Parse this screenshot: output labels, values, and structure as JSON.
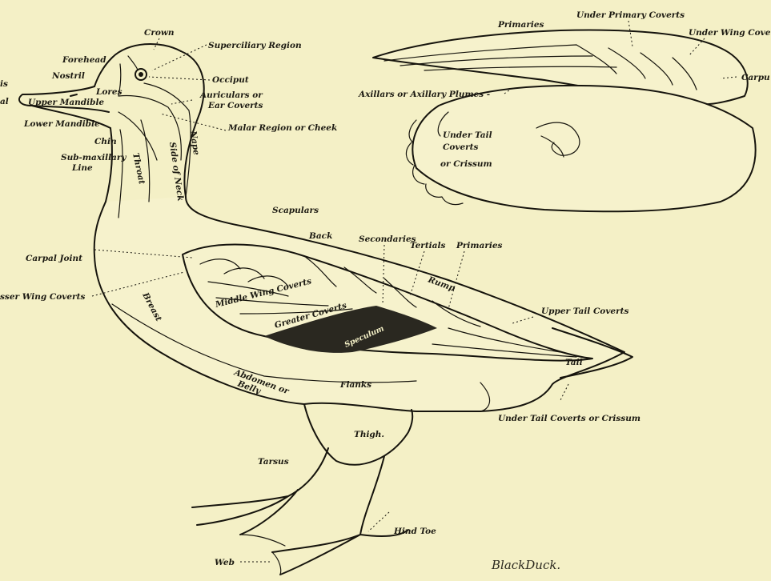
{
  "background_color": "#f4f0c6",
  "ink_color": "#16140d",
  "caption": "BlackDuck.",
  "labels": {
    "crown": "Crown",
    "superciliary": "Superciliary Region",
    "forehead": "Forehead",
    "nostril": "Nostril",
    "lores": "Lores",
    "occiput": "Occiput",
    "upper_mandible": "Upper Mandible",
    "auriculars_1": "Auriculars or",
    "auriculars_2": "Ear Coverts",
    "lower_mandible": "Lower Mandible",
    "malar": "Malar Region or Cheek",
    "chin": "Chin",
    "nape": "Nape",
    "submaxillary_1": "Sub-maxillary",
    "submaxillary_2": "Line",
    "throat": "Throat",
    "side_of_neck": "Side of Neck",
    "nail_fragment": "al",
    "culmen_fragment": "is",
    "carpal_joint": "Carpal Joint",
    "lesser_wing_coverts": "sser Wing Coverts",
    "breast": "Breast",
    "scapulars": "Scapulars",
    "back": "Back",
    "secondaries": "Secondaries",
    "tertials": "Tertials",
    "primaries_body": "Primaries",
    "rump": "Rump",
    "middle_wing_coverts": "Middle Wing Coverts",
    "greater_coverts": "Greater Coverts",
    "speculum": "Speculum",
    "upper_tail_coverts": "Upper Tail Coverts",
    "tail": "Tail",
    "abdomen_1": "Abdomen or",
    "abdomen_2": "Belly",
    "flanks": "Flanks",
    "under_tail_coverts": "Under Tail Coverts or Crissum",
    "thigh": "Thigh.",
    "tarsus": "Tarsus",
    "hind_toe": "Hind Toe",
    "web": "Web",
    "primaries_wing": "Primaries",
    "under_primary_coverts": "Under Primary Coverts",
    "under_wing_coverts": "Under Wing Cove",
    "carpus": "Carpu",
    "axillars": "Axillars or Axillary Plumes -",
    "under_tail_1": "Under Tail",
    "under_tail_2": "Coverts",
    "under_tail_3": "or Crissum"
  }
}
